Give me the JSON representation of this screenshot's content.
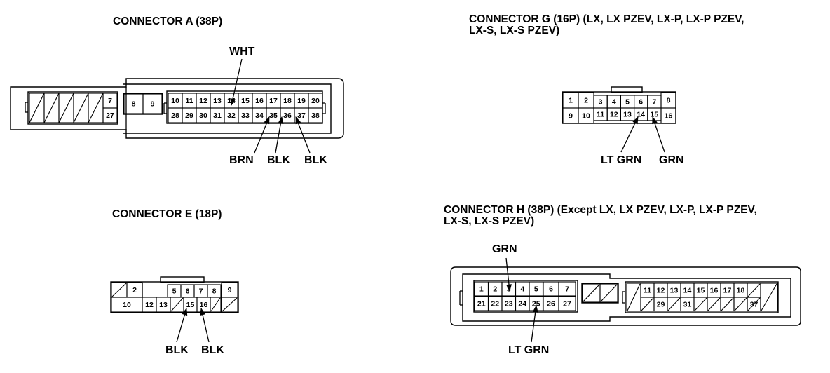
{
  "connector_a": {
    "title": "CONNECTOR A (38P)",
    "wires": [
      "WHT",
      "BRN",
      "BLK",
      "BLK"
    ],
    "pins_visible": [
      "7",
      "27",
      "8",
      "9",
      "10",
      "11",
      "12",
      "13",
      "14",
      "15",
      "16",
      "17",
      "18",
      "19",
      "20",
      "28",
      "29",
      "30",
      "31",
      "32",
      "33",
      "34",
      "35",
      "36",
      "37",
      "38"
    ]
  },
  "connector_g": {
    "title_line1": "CONNECTOR G (16P) (LX, LX PZEV, LX-P, LX-P PZEV,",
    "title_line2": "LX-S, LX-S PZEV)",
    "wires": [
      "LT GRN",
      "GRN"
    ],
    "pins_visible": [
      "1",
      "2",
      "3",
      "4",
      "5",
      "6",
      "7",
      "8",
      "9",
      "10",
      "11",
      "12",
      "13",
      "14",
      "15",
      "16"
    ]
  },
  "connector_e": {
    "title": "CONNECTOR E (18P)",
    "wires": [
      "BLK",
      "BLK"
    ],
    "pins_visible": [
      "2",
      "5",
      "6",
      "7",
      "8",
      "9",
      "10",
      "12",
      "13",
      "15",
      "16"
    ]
  },
  "connector_h": {
    "title_line1": "CONNECTOR H (38P) (Except LX, LX PZEV, LX-P, LX-P PZEV,",
    "title_line2": "LX-S, LX-S PZEV)",
    "wires": [
      "GRN",
      "LT GRN"
    ],
    "pins_visible": [
      "1",
      "2",
      "3",
      "4",
      "5",
      "6",
      "7",
      "11",
      "12",
      "13",
      "14",
      "15",
      "16",
      "17",
      "18",
      "21",
      "22",
      "23",
      "24",
      "25",
      "26",
      "27",
      "29",
      "31",
      "37"
    ]
  }
}
